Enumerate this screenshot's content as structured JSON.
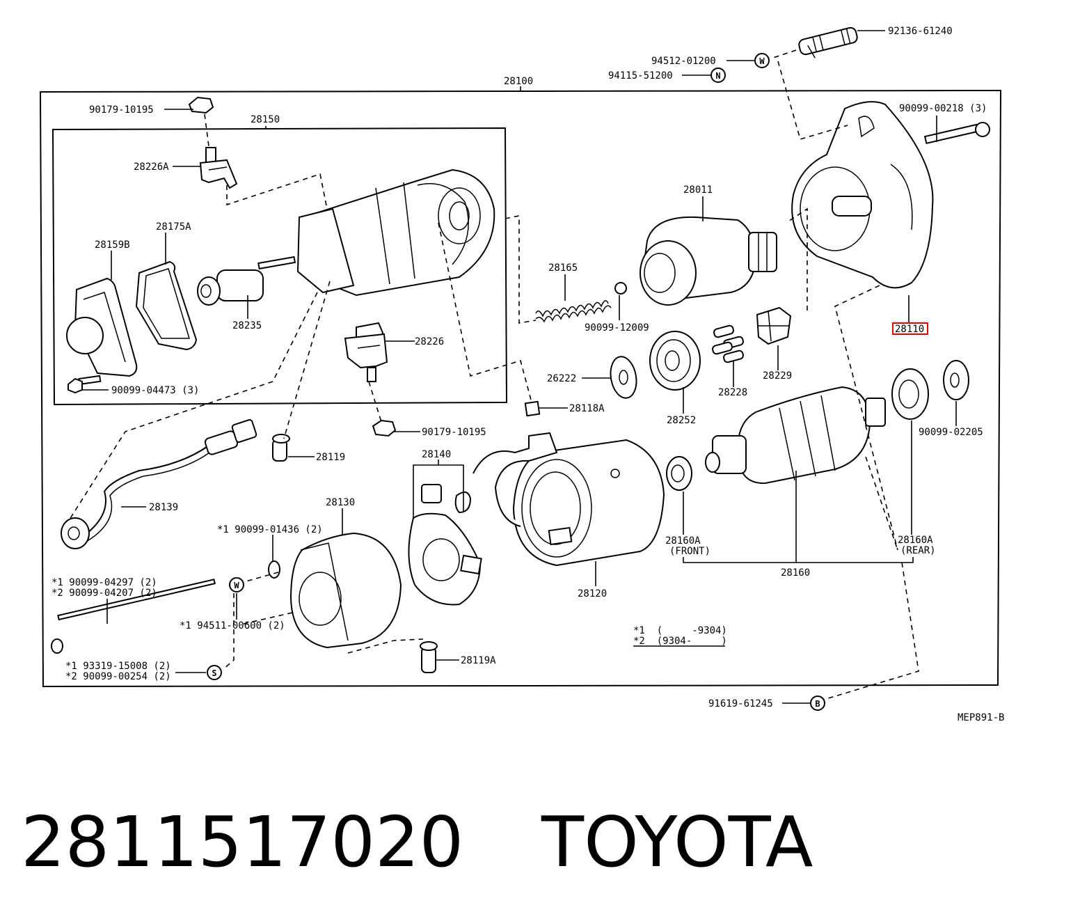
{
  "diagram": {
    "assembly": "28100",
    "subassembly": "28150",
    "highlight_color": "#e00000",
    "labels": {
      "p92136": "92136-61240",
      "p94512": "94512-01200",
      "p94115": "94115-51200",
      "p90179a": "90179-10195",
      "p28226a": "28226A",
      "p28175a": "28175A",
      "p28159b": "28159B",
      "p28235": "28235",
      "p90099_04473": "90099-04473 (3)",
      "p28226": "28226",
      "p90179b": "90179-10195",
      "p28119": "28119",
      "p28139": "28139",
      "p28118a": "28118A",
      "p28165": "28165",
      "p90099_12009": "90099-12009",
      "p28011": "28011",
      "p90099_00218": "90099-00218 (3)",
      "p28110": "28110",
      "p26222": "26222",
      "p28252": "28252",
      "p28228": "28228",
      "p28229": "28229",
      "p90099_02205": "90099-02205",
      "p28140": "28140",
      "p28130": "28130",
      "p90099_01436": "*1  90099-01436 (2)",
      "p90099_04297": "*1  90099-04297 (2)",
      "p90099_04207": "*2  90099-04207 (2)",
      "p94511": "*1  94511-00600 (2)",
      "p93319": "*1  93319-15008 (2)",
      "p90099_00254": "*2  90099-00254 (2)",
      "p28119a": "28119A",
      "p28120": "28120",
      "p28160a_front": "28160A",
      "front": "(FRONT)",
      "p28160a_rear": "28160A",
      "rear": "(REAR)",
      "p28160": "28160",
      "p91619": "91619-61245",
      "note1": "*1  (     -9304)",
      "note2": "*2  (9304-     )",
      "code": "MEP891-B"
    },
    "circle_letters": {
      "w_top": "W",
      "n_top": "N",
      "w_left": "W",
      "s_left": "S",
      "b_bottom": "B"
    }
  },
  "footer": {
    "part_number": "2811517020",
    "brand": "TOYOTA"
  }
}
